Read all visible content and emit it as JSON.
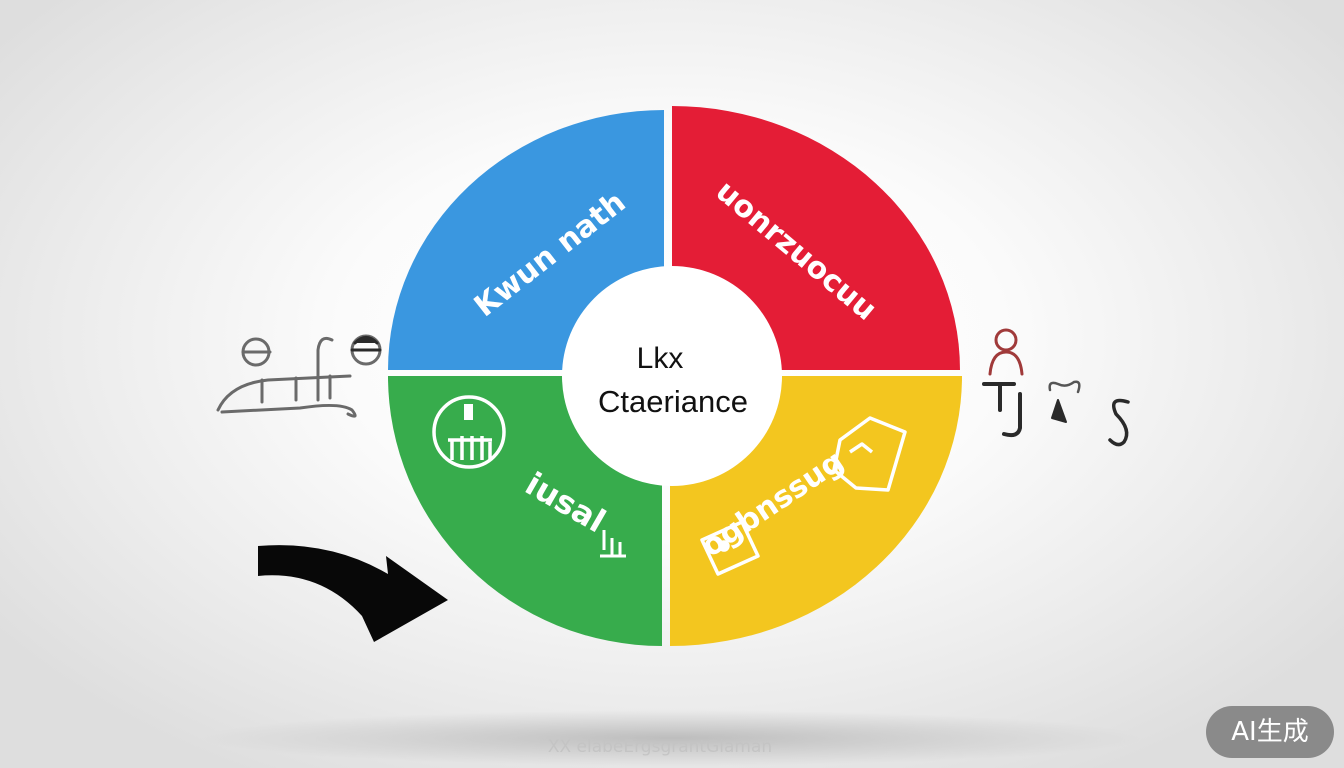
{
  "center": {
    "line1": "Lkx",
    "line2": "Ctaeriance"
  },
  "segments": [
    {
      "position": "top-left",
      "label": "Kwun nath",
      "color": "#3a97e0"
    },
    {
      "position": "top-right",
      "label": "uonrzuocuu",
      "color": "#e41d36"
    },
    {
      "position": "bottom-left",
      "label": "iusal",
      "color": "#37ac4c"
    },
    {
      "position": "bottom-right",
      "label": "ogbnssug",
      "color": "#f3c61f"
    }
  ],
  "icons": [
    {
      "name": "people-wheelchair-icon"
    },
    {
      "name": "person-figures-icon"
    },
    {
      "name": "arrow-right-icon"
    }
  ],
  "caption": "XX elabeErgsgrantGlaman",
  "badge": {
    "label": "AI生成"
  }
}
